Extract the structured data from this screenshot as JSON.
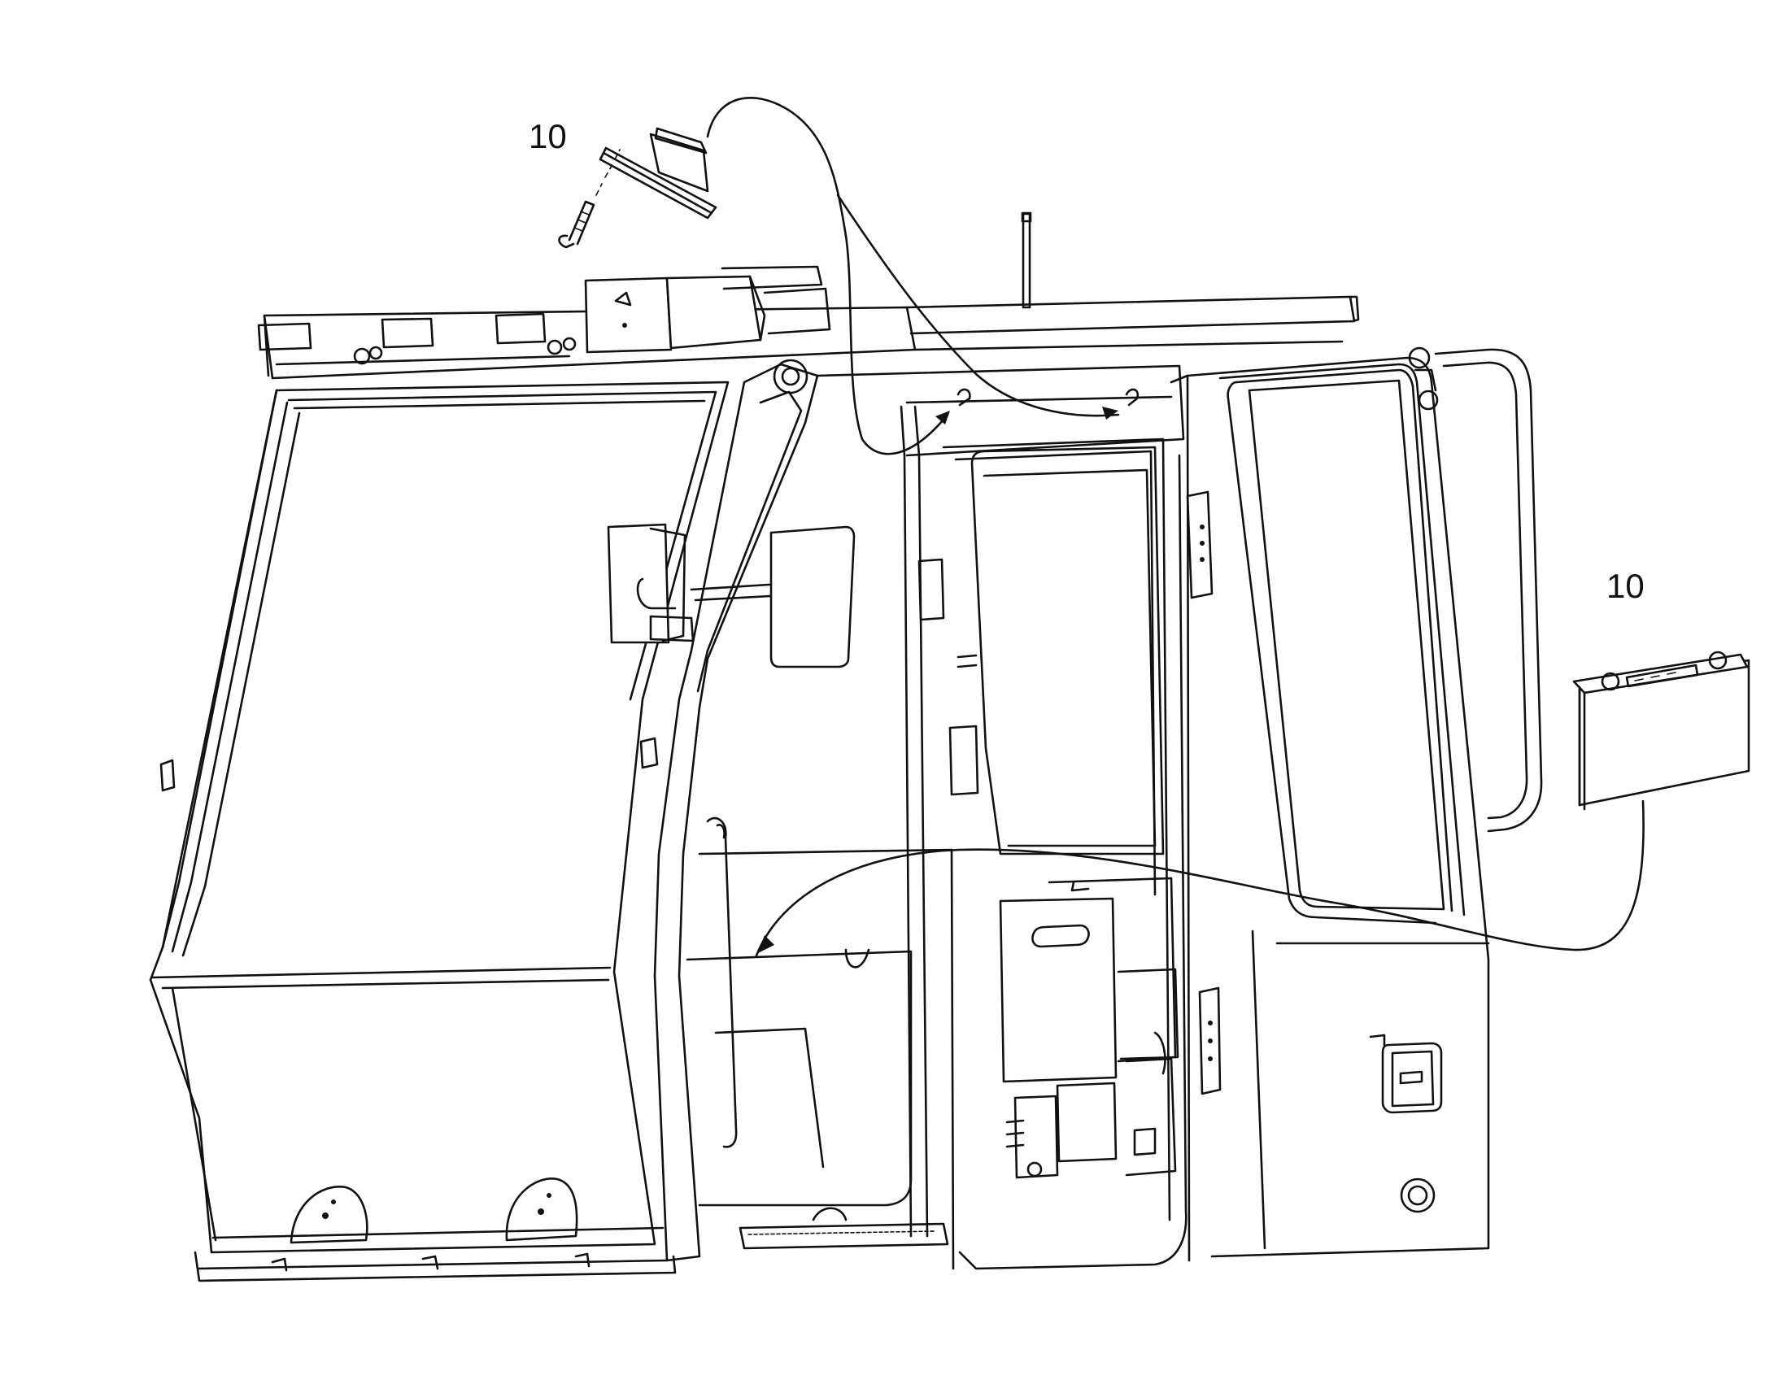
{
  "diagram": {
    "callouts": [
      {
        "id": "speaker",
        "label": "10"
      },
      {
        "id": "radio",
        "label": "10"
      }
    ],
    "line_color": "#111111",
    "background": "#ffffff"
  }
}
